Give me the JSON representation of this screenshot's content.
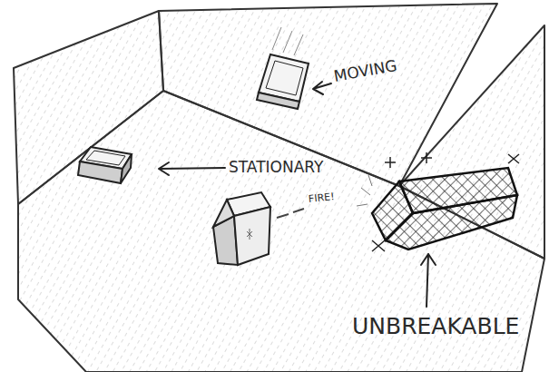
{
  "diagram": {
    "labels": [
      "MOVING",
      "STATIONARY",
      "FIRE!",
      "UNBREAKABLE"
    ]
  }
}
